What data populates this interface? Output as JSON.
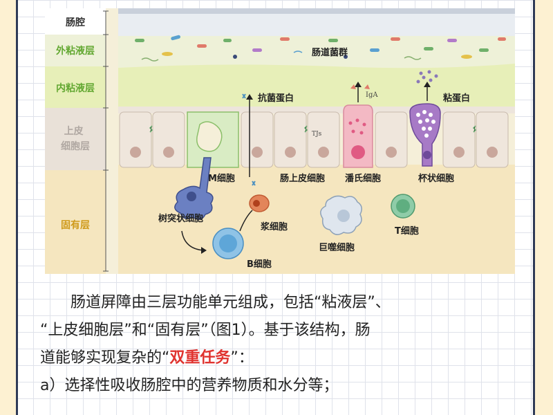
{
  "diagram": {
    "layers": {
      "lumen": "肠腔",
      "outer_mucus": "外粘液层",
      "inner_mucus": "内粘液层",
      "epithelium": "上皮\n细胞层",
      "lamina_propria": "固有层"
    },
    "labels": {
      "microbiota": "肠道菌群",
      "antimicrobial_protein": "抗菌蛋白",
      "iga": "IgA",
      "mucin": "粘蛋白",
      "tjs": "TJs",
      "m_cell": "M细胞",
      "enterocyte": "肠上皮细胞",
      "paneth_cell": "潘氏细胞",
      "goblet_cell": "杯状细胞",
      "dendritic_cell": "树突状细胞",
      "plasma_cell": "浆细胞",
      "macrophage": "巨噬细胞",
      "t_cell": "T细胞",
      "b_cell": "B细胞"
    },
    "colors": {
      "lumen": "#e9edf2",
      "outer_mucus": "#eef1d8",
      "inner_mucus": "#e7efb8",
      "epithelium": "#e9e1d8",
      "lamina_propria": "#f5e6bf",
      "label_green": "#63a832",
      "label_gold": "#cf9a1a",
      "label_gray": "#b0a8a2"
    }
  },
  "text": {
    "para1_a": "肠道屏障由三层功能单元组成，包括“粘液层”、",
    "para1_b": "“上皮细胞层”和“固有层”（图1）。基于该结构，肠",
    "para1_c_pre": "道能够实现复杂的“",
    "para1_c_highlight": "双重任务",
    "para1_c_post": "”：",
    "item_a": "a）选择性吸收肠腔中的营养物质和水分等；"
  }
}
